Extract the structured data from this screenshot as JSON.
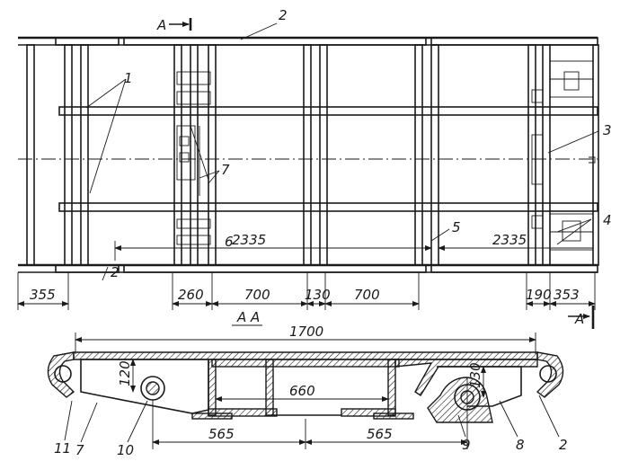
{
  "callouts": {
    "c1": "1",
    "c2_top": "2",
    "c2_bottom": "2",
    "c2_section": "2",
    "c3": "3",
    "c4": "4",
    "c5": "5",
    "c6": "6",
    "c7_plan": "7",
    "c7_section": "7",
    "c8": "8",
    "c9": "9",
    "c10": "10",
    "c11": "11"
  },
  "section_marks": {
    "cut_left": "A",
    "cut_right": "A",
    "section_title": "A A"
  },
  "plan_dimensions": {
    "d355": "355",
    "d260": "260",
    "d700a": "700",
    "d130": "130",
    "d700b": "700",
    "d190": "190",
    "d353": "353",
    "d2335a": "2335",
    "d2335b": "2335"
  },
  "section_dimensions": {
    "d1700": "1700",
    "d120": "120",
    "d660": "660",
    "d130": "130",
    "d565a": "565",
    "d565b": "565"
  }
}
